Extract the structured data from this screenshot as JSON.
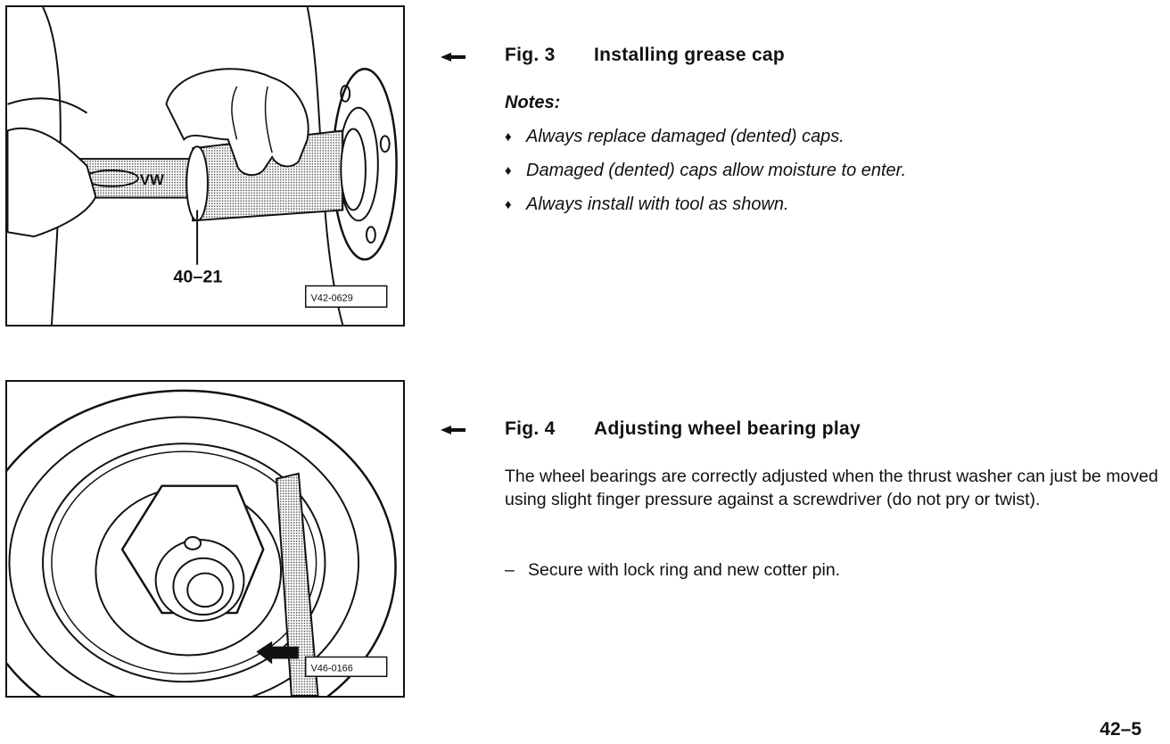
{
  "figures": [
    {
      "caption_num": "Fig. 3",
      "caption_title": "Installing grease cap",
      "tool_label": "40–21",
      "tool_text": "VW",
      "ref_code": "V42-0629",
      "notes_title": "Notes:",
      "notes": [
        "Always replace damaged (dented) caps.",
        "Damaged (dented) caps allow moisture to enter.",
        "Always install with tool as shown."
      ]
    },
    {
      "caption_num": "Fig. 4",
      "caption_title": "Adjusting wheel bearing play",
      "ref_code": "V46-0166",
      "paragraph": "The wheel bearings are correctly adjusted when the thrust washer can just be moved using slight finger pressure against a screwdriver (do not pry or twist).",
      "step": "Secure with lock ring and new cotter pin."
    }
  ],
  "bullet_glyph": "♦",
  "dash_glyph": "–",
  "page_number": "42–5",
  "icons": {
    "pointer": "pointer-left-icon"
  }
}
